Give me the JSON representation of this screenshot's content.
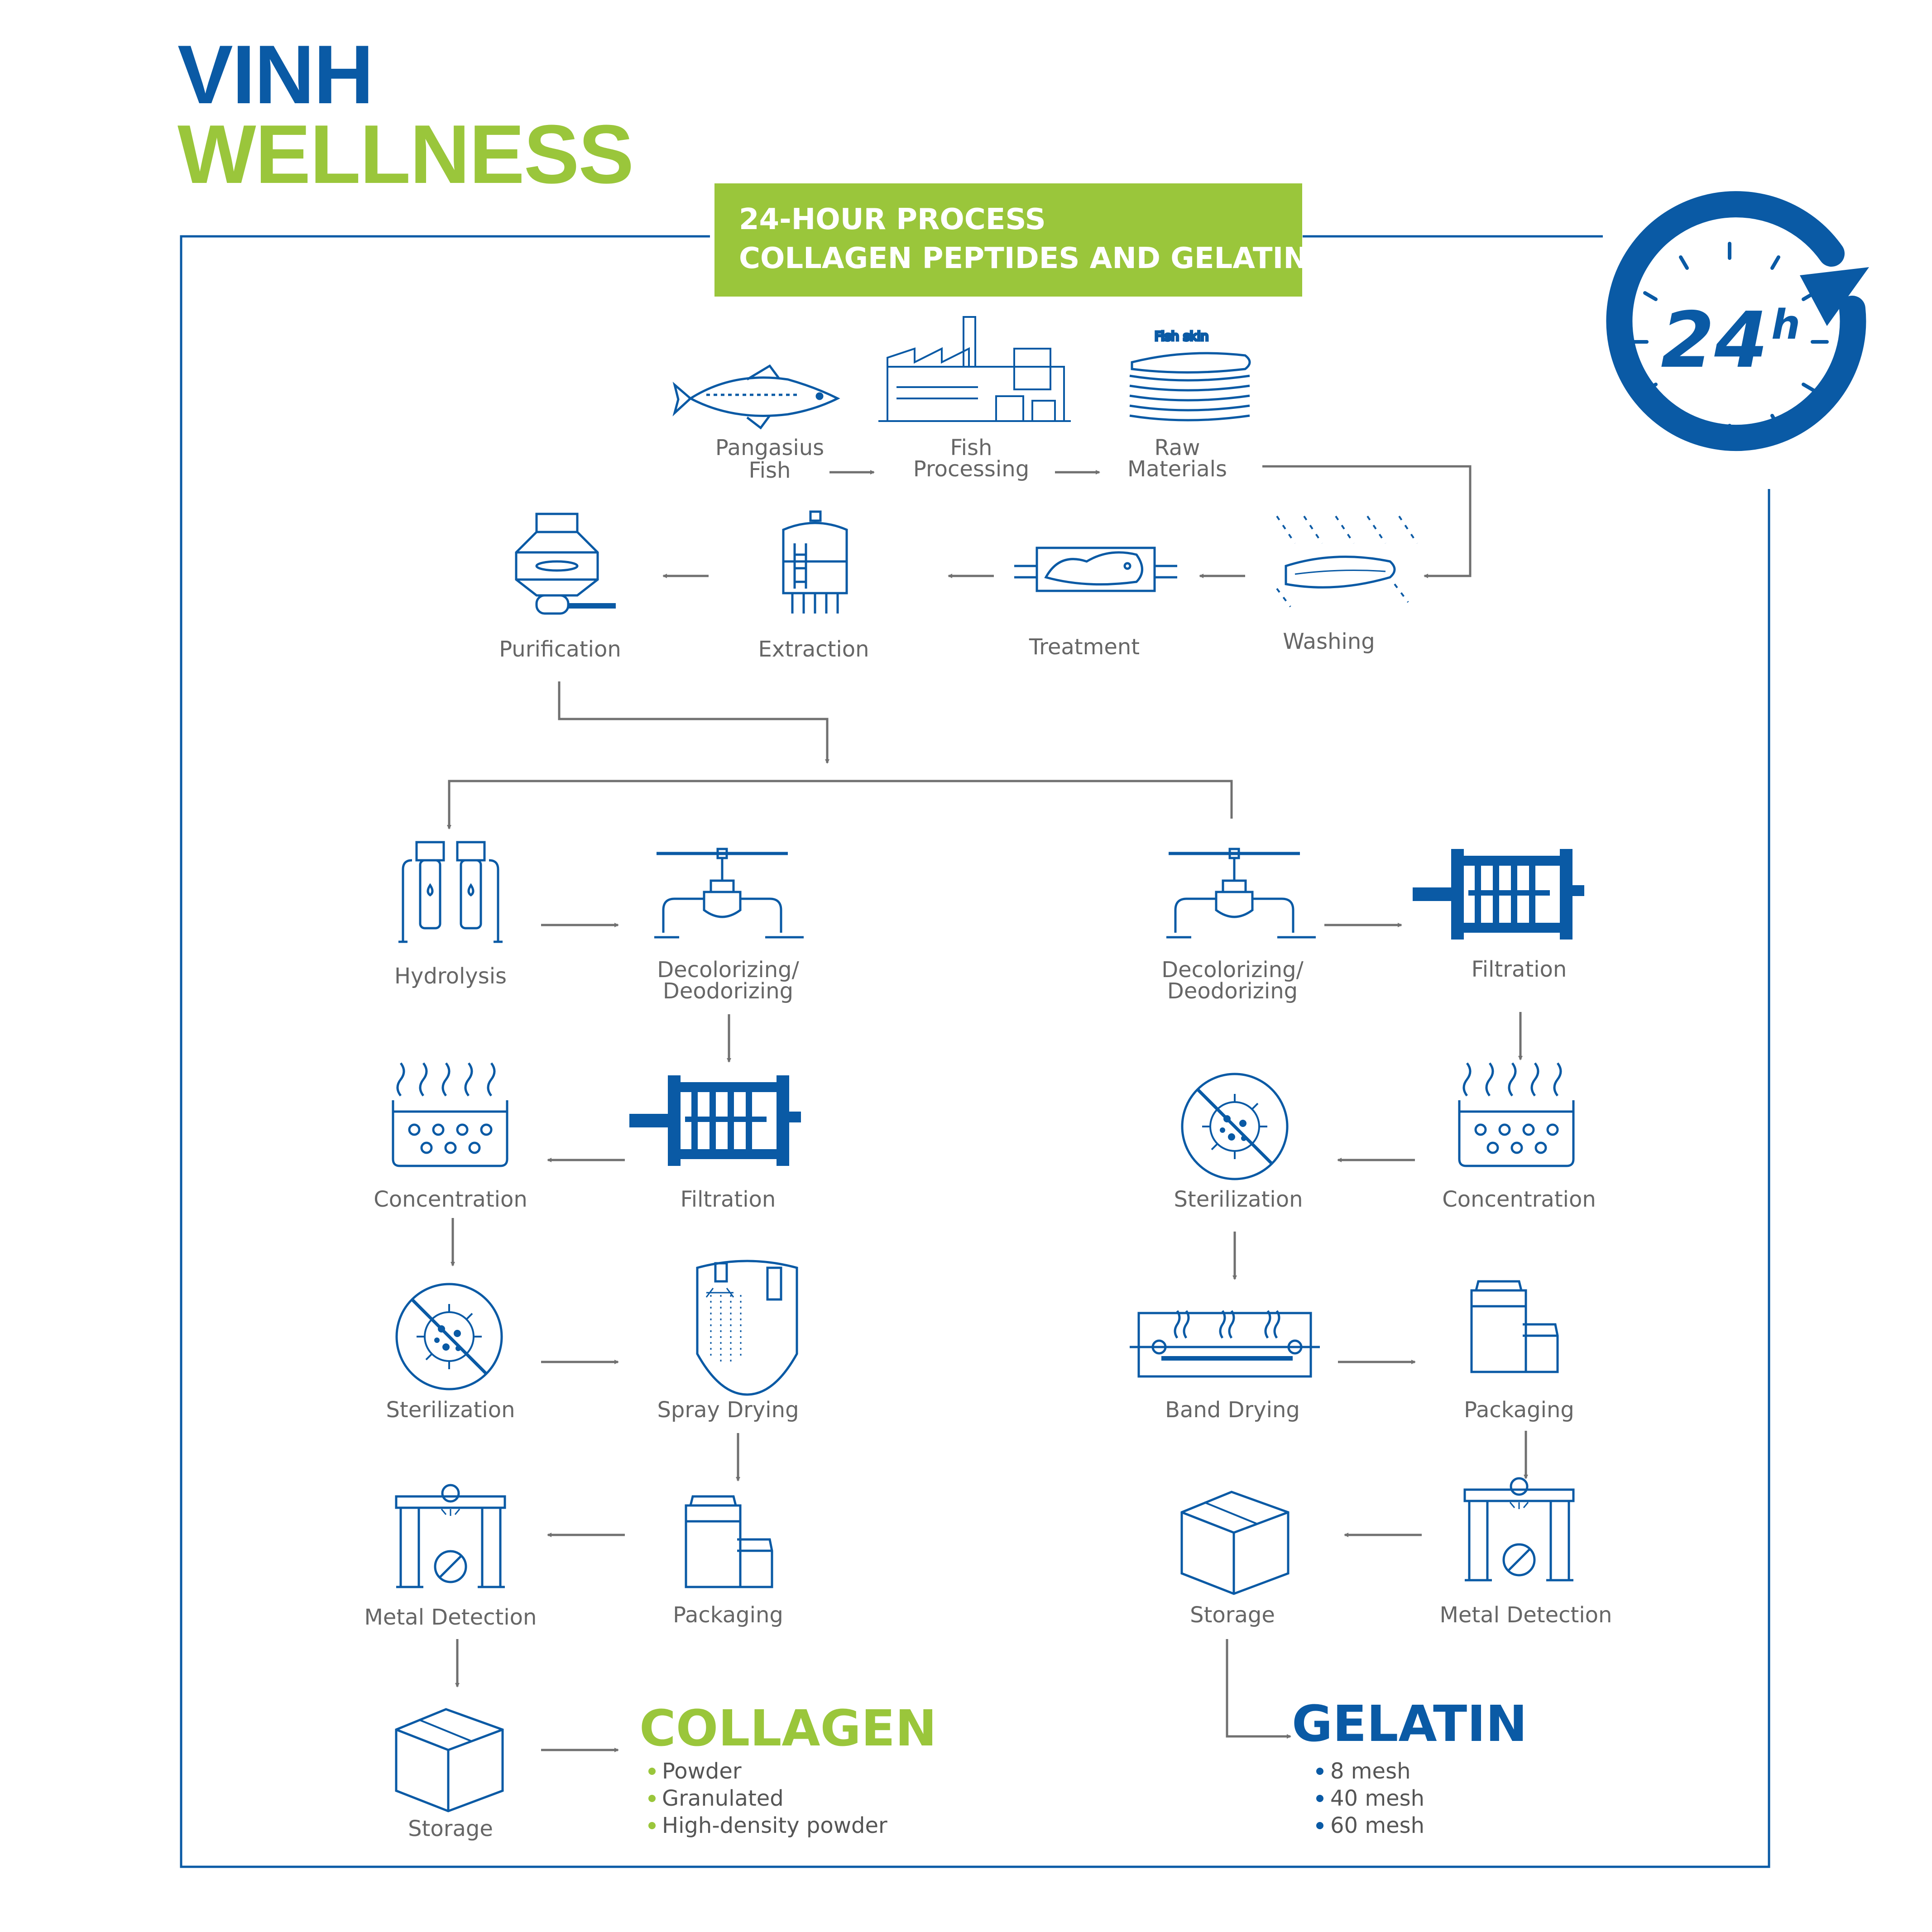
{
  "brand": {
    "line1": "VINH",
    "line2": "WELLNESS"
  },
  "banner": {
    "line1": "24-HOUR PROCESS",
    "line2": "COLLAGEN PEPTIDES AND GELATIN"
  },
  "clock": {
    "big": "24",
    "small": "h"
  },
  "colors": {
    "blue": "#0a5aa5",
    "green": "#9ac63b",
    "gray": "#666666",
    "arrow": "#707070"
  },
  "top": {
    "fish_skin_label": "Fish skin",
    "steps": [
      {
        "id": "pangasius",
        "label": [
          "Pangasius",
          "Fish"
        ],
        "icon": "fish-icon"
      },
      {
        "id": "processing",
        "label": [
          "Fish",
          "Processing"
        ],
        "icon": "factory-icon"
      },
      {
        "id": "raw",
        "label": [
          "Raw",
          "Materials"
        ],
        "icon": "fish-skin-stack-icon"
      },
      {
        "id": "washing",
        "label": [
          "Washing"
        ],
        "icon": "washing-icon"
      },
      {
        "id": "treatment",
        "label": [
          "Treatment"
        ],
        "icon": "treatment-tank-icon"
      },
      {
        "id": "extraction",
        "label": [
          "Extraction"
        ],
        "icon": "extraction-tank-icon"
      },
      {
        "id": "purification",
        "label": [
          "Purification"
        ],
        "icon": "purification-vessel-icon"
      }
    ]
  },
  "collagen": {
    "steps": [
      {
        "id": "hydrolysis",
        "label": [
          "Hydrolysis"
        ],
        "icon": "hydrolysis-icon"
      },
      {
        "id": "decolorizing",
        "label": [
          "Decolorizing/",
          "Deodorizing"
        ],
        "icon": "valve-pipe-icon"
      },
      {
        "id": "filtration",
        "label": [
          "Filtration"
        ],
        "icon": "filter-press-icon"
      },
      {
        "id": "concentration",
        "label": [
          "Concentration"
        ],
        "icon": "concentration-icon"
      },
      {
        "id": "sterilization",
        "label": [
          "Sterilization"
        ],
        "icon": "sterilization-icon"
      },
      {
        "id": "spray",
        "label": [
          "Spray Drying"
        ],
        "icon": "spray-dryer-icon"
      },
      {
        "id": "packaging",
        "label": [
          "Packaging"
        ],
        "icon": "packaging-icon"
      },
      {
        "id": "metal",
        "label": [
          "Metal Detection"
        ],
        "icon": "metal-detector-icon"
      },
      {
        "id": "storage",
        "label": [
          "Storage"
        ],
        "icon": "storage-box-icon"
      }
    ],
    "product": {
      "name": "COLLAGEN",
      "variants": [
        "Powder",
        "Granulated",
        "High-density powder"
      ]
    }
  },
  "gelatin": {
    "steps": [
      {
        "id": "decolorizing",
        "label": [
          "Decolorizing/",
          "Deodorizing"
        ],
        "icon": "valve-pipe-icon"
      },
      {
        "id": "filtration",
        "label": [
          "Filtration"
        ],
        "icon": "filter-press-icon"
      },
      {
        "id": "concentration",
        "label": [
          "Concentration"
        ],
        "icon": "concentration-icon"
      },
      {
        "id": "sterilization",
        "label": [
          "Sterilization"
        ],
        "icon": "sterilization-icon"
      },
      {
        "id": "band",
        "label": [
          "Band Drying"
        ],
        "icon": "band-dryer-icon"
      },
      {
        "id": "packaging",
        "label": [
          "Packaging"
        ],
        "icon": "packaging-icon"
      },
      {
        "id": "metal",
        "label": [
          "Metal Detection"
        ],
        "icon": "metal-detector-icon"
      },
      {
        "id": "storage",
        "label": [
          "Storage"
        ],
        "icon": "storage-box-icon"
      }
    ],
    "product": {
      "name": "GELATIN",
      "variants": [
        "8 mesh",
        "40 mesh",
        "60 mesh"
      ]
    }
  }
}
